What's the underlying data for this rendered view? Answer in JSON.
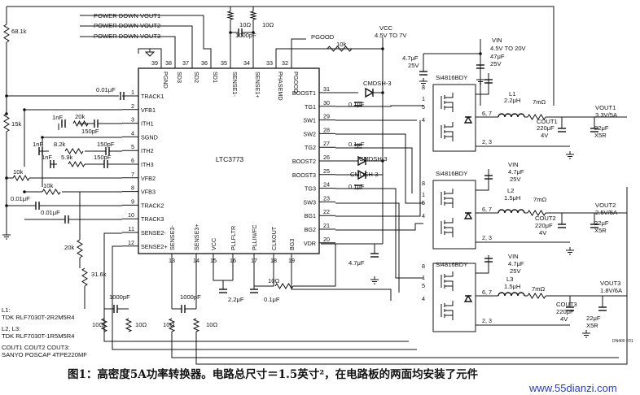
{
  "ic": {
    "name": "LTC3773",
    "left_pins": [
      {
        "num": "1",
        "name": "TRACK1"
      },
      {
        "num": "2",
        "name": "VFB1"
      },
      {
        "num": "3",
        "name": "ITH1"
      },
      {
        "num": "4",
        "name": "SGND"
      },
      {
        "num": "5",
        "name": "ITH2"
      },
      {
        "num": "6",
        "name": "ITH3"
      },
      {
        "num": "7",
        "name": "VFB2"
      },
      {
        "num": "8",
        "name": "VFB3"
      },
      {
        "num": "9",
        "name": "TRACK2"
      },
      {
        "num": "10",
        "name": "TRACK3"
      },
      {
        "num": "11",
        "name": "SENSE2-"
      },
      {
        "num": "12",
        "name": "SENSE2+"
      }
    ],
    "top_pins": [
      {
        "num": "39",
        "name": "PGND"
      },
      {
        "num": "38",
        "name": "SD3"
      },
      {
        "num": "37",
        "name": "SD2"
      },
      {
        "num": "36",
        "name": "SD1"
      },
      {
        "num": "35",
        "name": "SENSE1-"
      },
      {
        "num": "34",
        "name": "SENSE1+"
      },
      {
        "num": "33",
        "name": "PHASEMD"
      },
      {
        "num": "32",
        "name": "PGOOD"
      }
    ],
    "right_pins": [
      {
        "num": "31",
        "name": "BOOST1"
      },
      {
        "num": "30",
        "name": "TG1"
      },
      {
        "num": "29",
        "name": "SW1"
      },
      {
        "num": "28",
        "name": "SW2"
      },
      {
        "num": "27",
        "name": "TG2"
      },
      {
        "num": "26",
        "name": "BOOST2"
      },
      {
        "num": "25",
        "name": "BOOST3"
      },
      {
        "num": "24",
        "name": "TG3"
      },
      {
        "num": "23",
        "name": "SW3"
      },
      {
        "num": "22",
        "name": "BG1"
      },
      {
        "num": "21",
        "name": "BG2"
      },
      {
        "num": "20",
        "name": "VDR"
      }
    ],
    "bottom_pins": [
      {
        "num": "13",
        "name": "SENSE3-"
      },
      {
        "num": "14",
        "name": "SENSE3+"
      },
      {
        "num": "15",
        "name": "VCC"
      },
      {
        "num": "16",
        "name": "PLLFLTR"
      },
      {
        "num": "17",
        "name": "PLLIN/FC"
      },
      {
        "num": "18",
        "name": "CLKOUT"
      },
      {
        "num": "19",
        "name": "BG3"
      }
    ]
  },
  "labels": {
    "pd1": "POWER DOWN VOUT1",
    "pd2": "POWER DOWN VOUT2",
    "pd3": "POWER DOWN VOUT3",
    "pgood": "PGOOD",
    "vcc": "VCC",
    "vcc_range": "4.5V TO 7V",
    "r_top1": "10Ω",
    "r_top2": "10Ω",
    "c_top": "1000pF",
    "r_68k": "68.1k",
    "r_15k": "15k",
    "r_10k_pg": "10k",
    "c_track1": "0.01μF",
    "c_1nf_a": "1nF",
    "r_20k": "20k",
    "c_150pf_a": "150pF",
    "c_1nf_b": "1nF",
    "r_8k2": "8.2k",
    "c_150pf_b": "150pF",
    "c_1nf_c": "1nF",
    "r_5k9": "5.9k",
    "c_150pf_c": "150pF",
    "r_10k_a": "10k",
    "r_10k_b": "10k",
    "c_001_a": "0.01μF",
    "c_001_b": "0.01μF",
    "r_20k_b": "20k",
    "r_31k6": "31.6k",
    "c_1000pf_l": "1000pF",
    "r_10l_a": "10Ω",
    "r_10l_b": "10Ω",
    "c_1000pf_m": "1000pF",
    "r_10m_a": "10Ω",
    "r_10m_b": "10Ω",
    "c_22uf": "2.2μF",
    "c_01_bot": "0.1μF",
    "r_10_bot": "10Ω",
    "c_47_vdr": "4.7μF",
    "d1": "CMDSH-3",
    "d2": "CMDSH-3",
    "d3": "CMDSH-3",
    "c_01_b1": "0.1μF",
    "c_01_b2": "0.1μF",
    "c_01_b3": "0.1μF",
    "c_47_vin": "4.7μF",
    "c_25v_a": "25V",
    "vin": "VIN",
    "vin_range": "4.5V TO 20V",
    "c_vin_47": "47μF",
    "c_vin_25": "25V",
    "q1": "Si4816BDY",
    "q2": "Si4816BDY",
    "q3": "Si4816BDY",
    "l1": "L1",
    "l1v": "2.2μH",
    "rs1": "7mΩ",
    "vout1": "VOUT1",
    "vout1v": "3.3V/5A",
    "cout1": "COUT1",
    "cout1v": "220μF",
    "cout1vv": "4V",
    "c_out1b": "22μF",
    "c_out1bt": "X5R",
    "vin2": "VIN",
    "vin2c": "4.7μF",
    "vin2v": "25V",
    "l2": "L2",
    "l2v": "1.5μH",
    "rs2": "7mΩ",
    "vout2": "VOUT2",
    "vout2v": "2.5V/5A",
    "cout2": "COUT2",
    "cout2v": "220μF",
    "cout2vv": "4V",
    "c_out2b": "22μF",
    "c_out2bt": "X5R",
    "vin3": "VIN",
    "vin3c": "4.7μF",
    "vin3v": "25V",
    "l3": "L3",
    "l3v": "1.5μH",
    "rs3": "7mΩ",
    "vout3": "VOUT3",
    "vout3v": "1.8V/6A",
    "cout3": "COUT3",
    "cout3v": "220μF",
    "cout3vv": "4V",
    "c_out3b": "22μF",
    "c_out3bt": "X5R",
    "pin_8": "8",
    "pin_1": "1",
    "pin_5": "5",
    "pin_4": "4",
    "pin_67": "6, 7",
    "pin_23": "2, 3"
  },
  "notes": [
    "L1:",
    "TDK RLF7030T-2R2M5R4",
    "L2, L3:",
    "TDK RLF7030T-1R5M5R4",
    "COUT1 COUT2 COUT3:",
    "SANYO POSCAP 4TPE220MF"
  ],
  "fig_code": "DN400 F01",
  "caption": "图1：高密度5A功率转换器。电路总尺寸＝1.5英寸²，在电路板的两面均安装了元件",
  "watermark": "www.55dianzi.com"
}
